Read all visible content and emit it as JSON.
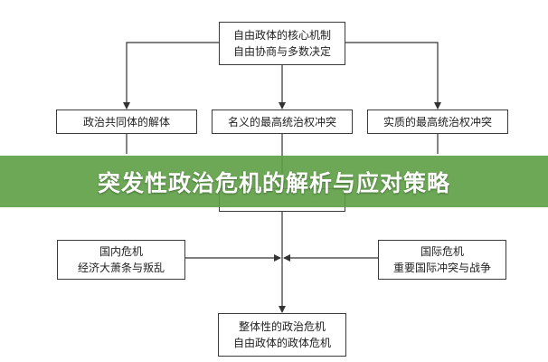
{
  "banner": {
    "title": "突发性政治危机的解析与应对策略",
    "color": "#5c9e44"
  },
  "diagram": {
    "top_node": {
      "line1": "自由政体的核心机制",
      "line2": "自由协商与多数决定"
    },
    "left_node": {
      "text": "政治共同体的解体"
    },
    "mid_node": {
      "text": "名义的最高统治权冲突"
    },
    "right_node": {
      "text": "实质的最高统治权冲突"
    },
    "domestic_node": {
      "line1": "国内危机",
      "line2": "经济大萧条与叛乱"
    },
    "international_node": {
      "line1": "国际危机",
      "line2": "重要国际冲突与战争"
    },
    "bottom_node": {
      "line1": "整体性的政治危机",
      "line2": "自由政体的政体危机"
    }
  }
}
